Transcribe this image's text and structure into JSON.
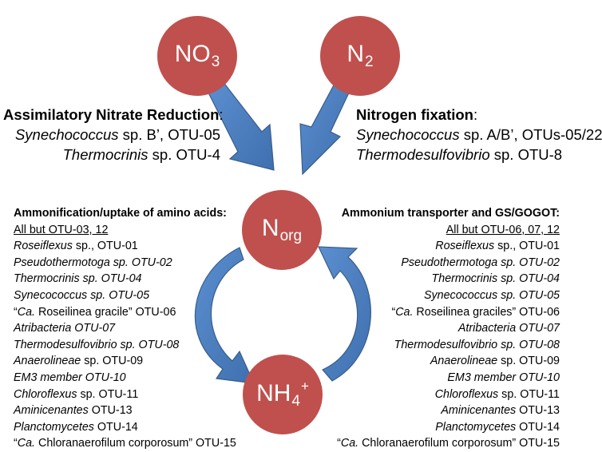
{
  "nodes": {
    "no3": {
      "base": "NO",
      "sub": "3"
    },
    "n2": {
      "base": "N",
      "sub": "2"
    },
    "norg": {
      "base": "N",
      "sub": "org"
    },
    "nh4": {
      "base": "NH",
      "sub": "4",
      "sup": "+"
    }
  },
  "colors": {
    "node": "#c0504d",
    "arrow": "#4f81bd",
    "arrow_edge": "#385d8a"
  },
  "assimilatory": {
    "title": "Assimilatory Nitrate Reduction",
    "colon": ":",
    "line1_italic": "Synechococcus",
    "line1_rest": " sp. B’, OTU-05",
    "line2_italic": "Thermocrinis",
    "line2_rest": " sp. OTU-4"
  },
  "fixation": {
    "title": "Nitrogen fixation",
    "colon": ":",
    "line1_italic": "Synechococcus",
    "line1_rest": " sp. A/B’, OTUs-05/22",
    "line2_italic": "Thermodesulfovibrio",
    "line2_rest": " sp. OTU-8"
  },
  "ammonification": {
    "title": "Ammonification/uptake of amino acids:",
    "subtitle": "All but OTU-03, 12",
    "items": [
      {
        "italic": "Roseiflexus",
        "rest": " sp., OTU-01"
      },
      {
        "italic": "Pseudothermotoga sp. OTU-02",
        "rest": ""
      },
      {
        "italic": "Thermocrinis sp. OTU-04",
        "rest": ""
      },
      {
        "italic": "Synecococcus sp. OTU-05",
        "rest": ""
      },
      {
        "pre": "“",
        "italic": "Ca.",
        "rest": " Roseilinea gracile” OTU-06"
      },
      {
        "italic": "Atribacteria OTU-07",
        "rest": ""
      },
      {
        "italic": "Thermodesulfovibrio sp. OTU-08",
        "rest": ""
      },
      {
        "italic": "Anaerolineae",
        "rest": " sp. OTU-09"
      },
      {
        "italic": "EM3 member OTU-10",
        "rest": ""
      },
      {
        "italic": "Chloroflexus",
        "rest": " sp. OTU-11"
      },
      {
        "italic": "Aminicenantes",
        "rest": " OTU-13"
      },
      {
        "italic": "Planctomycetes",
        "rest": " OTU-14"
      },
      {
        "pre": "“",
        "italic": "Ca.",
        "rest": " Chloranaerofilum corporosum” OTU-15"
      }
    ]
  },
  "ammonium": {
    "title": "Ammonium transporter and GS/GOGOT:",
    "subtitle": "All but OTU-06, 07, 12",
    "items": [
      {
        "italic": "Roseiflexus",
        "rest": " sp., OTU-01"
      },
      {
        "italic": "Pseudothermotoga sp. OTU-02",
        "rest": ""
      },
      {
        "italic": "Thermocrinis sp. OTU-04",
        "rest": ""
      },
      {
        "italic": "Synecococcus sp. OTU-05",
        "rest": ""
      },
      {
        "pre": "“",
        "italic": "Ca.",
        "rest": " Roseilinea graciles” OTU-06"
      },
      {
        "italic": "Atribacteria OTU-07",
        "rest": ""
      },
      {
        "italic": "Thermodesulfovibrio sp. OTU-08",
        "rest": ""
      },
      {
        "italic": "Anaerolineae",
        "rest": " sp. OTU-09"
      },
      {
        "italic": "EM3 member OTU-10",
        "rest": ""
      },
      {
        "italic": "Chloroflexus",
        "rest": " sp. OTU-11"
      },
      {
        "italic": "Aminicenantes",
        "rest": " OTU-13"
      },
      {
        "italic": "Planctomycetes",
        "rest": " OTU-14"
      },
      {
        "pre": "“",
        "italic": "Ca.",
        "rest": " Chloranaerofilum corporosum” OTU-15"
      }
    ]
  }
}
